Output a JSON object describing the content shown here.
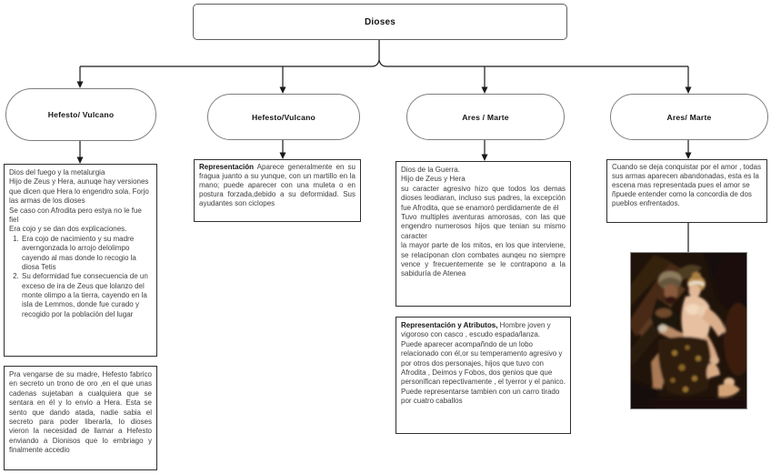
{
  "root": {
    "label": "Dioses"
  },
  "nodes": [
    {
      "label": "Hefesto/ Vulcano"
    },
    {
      "label": "Hefesto/Vulcano"
    },
    {
      "label": "Ares / Marte"
    },
    {
      "label": "Ares/ Marte"
    }
  ],
  "hefesto": {
    "ficha": {
      "p1": "Dios del fuego y la metalurgia",
      "p2": "Hijo de Zeus y Hera, aunuqe hay versiones que dicen que Hera lo engendro sola. Forjo las armas de los dioses",
      "p3": "Se caso con Afrodita pero estya no le fue fiel",
      "p4": "Era cojo y se dan dos explicaciones.",
      "items": [
        "Era cojo de nacimiento y su madre averngonzada lo arrojo delolimpo cayendo al mas donde lo recogio la diosa Tetis",
        "Su deformidad fue consecuencia de un exceso de ira de Zeus que lolanzo del monte olimpo a la tierra, cayendo en la isla de Lemmos, donde fue curado y recogido por la población del lugar"
      ]
    },
    "trono": "Pra vengarse de su madre, Hefesto fabrico en secreto un trono de oro ,en el que unas cadenas sujetaban a cualquiera que se sentara en él  y lo envio a Hera. Esta se sento que dando atada, nadie sabia el secreto para poder liberarla, lo dioses vieron la necesidad de llamar a Hefesto enviando a Dionisos que lo embriago y finalmente accedio",
    "representacion": {
      "lead": "Representación",
      "text": " Aparece generalmente en su fragua juanto a su yunque, con un martillo en la mano; puede aparecer con una muleta o en postura forzada,debido a su deformidad. Sus ayudantes son ciclopes"
    }
  },
  "ares": {
    "ficha": {
      "p1": "Dios de la Guerra.",
      "p2": "Hijo de Zeus y Hera",
      "p3": "su caracter agresivo hizo que todos los demas dioses leodiaran, incluso sus padres, la excepción fue Afrodita, que se enamoró perdidamente de él",
      "p4": "Tuvo multiples aventuras amorosas, con las que engendro numerosos hijos que tenian su mismo caracter",
      "p5": "la mayor parte de los mitos, en los que interviene, se relaciponan clon combates aunqeu no siempre vence y frecuentemente se le contrapono a la sabiduría de Atenea"
    },
    "representacion": {
      "lead": "Representación y Atributos,",
      "p1": " Hombre joven y vigoroso con casco , escudo espada/lanza.",
      "p2": "Puede aparecer acompañndo de un lobo relacionado con él,or su temperamento agresivo y por otros dos personajes, hijos que tuvo con Afrodita , Deimos y Fobos, dos genios que que personifican repectivamente , el tyerror y el panico.",
      "p3": "Puede representarse tambien con un carro tirado por cuatro caballos"
    },
    "amor": "Cuando se deja conquistar por el amor , todas sus armas aparecen abandonadas, esta es la escena mas representada pues el amor se ñpuede entender como la concordia de dos pueblos enfrentados."
  },
  "colors": {
    "connector": "#1a1a1a",
    "box_border": "#2e2e2e",
    "node_border": "#7e7e7e",
    "painting_base": "#20130a"
  }
}
